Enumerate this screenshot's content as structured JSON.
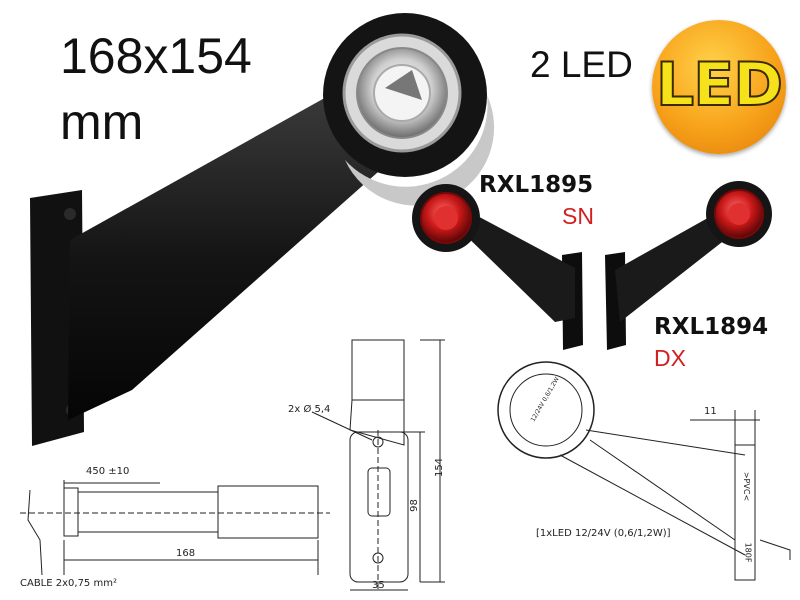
{
  "headline": {
    "dim_line1": "168x154",
    "dim_line2": "mm",
    "led_count": "2 LED",
    "badge": "LED"
  },
  "variants": [
    {
      "code": "RXL1895",
      "side": "SN"
    },
    {
      "code": "RXL1894",
      "side": "DX"
    }
  ],
  "drawing_labels": {
    "cable_length": "450 ±10",
    "length": "168",
    "cable": "CABLE 2x0,75 mm²",
    "holes": "2x Ø 5,4",
    "height": "154",
    "inner_height": "98",
    "width": "35",
    "offset": "11",
    "led_spec": "[1xLED 12/24V (0,6/1,2W)]",
    "pvc_mark": ">PVC<",
    "approval_mark": "180F",
    "lens_mark": "12/24V 0,6/1,2W"
  },
  "colors": {
    "lamp_body": "#151515",
    "red_lens": "#c81818",
    "badge_orange": "#f7a21a",
    "side_text": "#d22020"
  }
}
